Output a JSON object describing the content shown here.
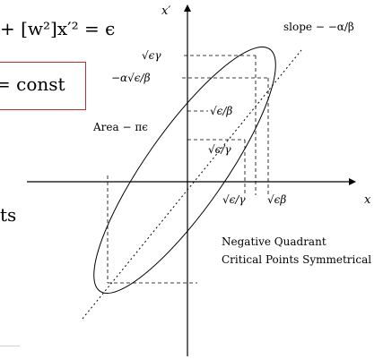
{
  "slide": {
    "equation_tail": "+ [w²]x′² = ϵ",
    "boxed_fragment": "= const",
    "side_fragment": "ts",
    "axis_x": "x",
    "axis_y": "x′",
    "slope_label": "slope − −α/β",
    "area_label": "Area − πϵ",
    "label_sqrt_eps_gamma": "√ϵγ",
    "label_alpha_term": "−α√ϵ/β",
    "label_sqrt_eps_over_beta": "√ϵ/β",
    "label_sqrt_eps_over_gamma_inner": "√ϵ/γ",
    "label_sqrt_eps_over_gamma_axis": "√ϵ/γ",
    "label_sqrt_eps_beta": "√ϵβ",
    "note_line1": "Negative Quadrant",
    "note_line2": "Critical Points Symmetrical"
  }
}
